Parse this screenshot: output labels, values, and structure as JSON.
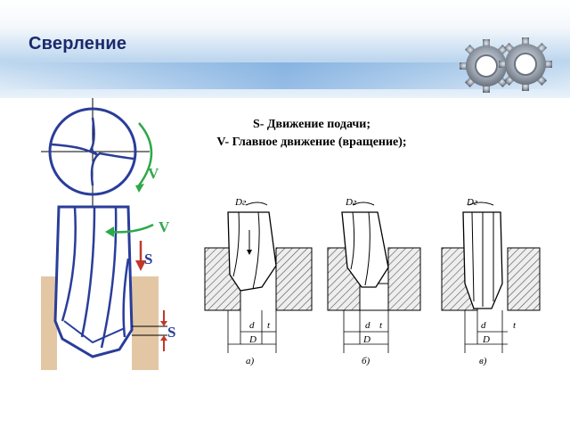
{
  "slide": {
    "title": "Сверление",
    "caption_line1": "S- Движение подачи;",
    "caption_line2": "V- Главное движение (вращение);"
  },
  "left_figure": {
    "label_v_top": "V",
    "label_v_mid": "V",
    "label_s_arrow": "S",
    "label_s_feed": "S"
  },
  "right_figure": {
    "dr_a": "Dг",
    "dr_b": "Dг",
    "dr_c": "Dг",
    "d_a": "d",
    "d_b": "d",
    "d_c": "d",
    "t_a": "t",
    "t_b": "t",
    "t_c": "t",
    "D_a": "D",
    "D_b": "D",
    "D_c": "D",
    "cap_a": "а)",
    "cap_b": "б)",
    "cap_c": "в)"
  },
  "colors": {
    "title": "#1b2a6b",
    "drill_blue": "#2a3d9a",
    "arrow_green": "#2fa84a",
    "arrow_red": "#c0392b",
    "workpiece": "#e3c7a4"
  }
}
